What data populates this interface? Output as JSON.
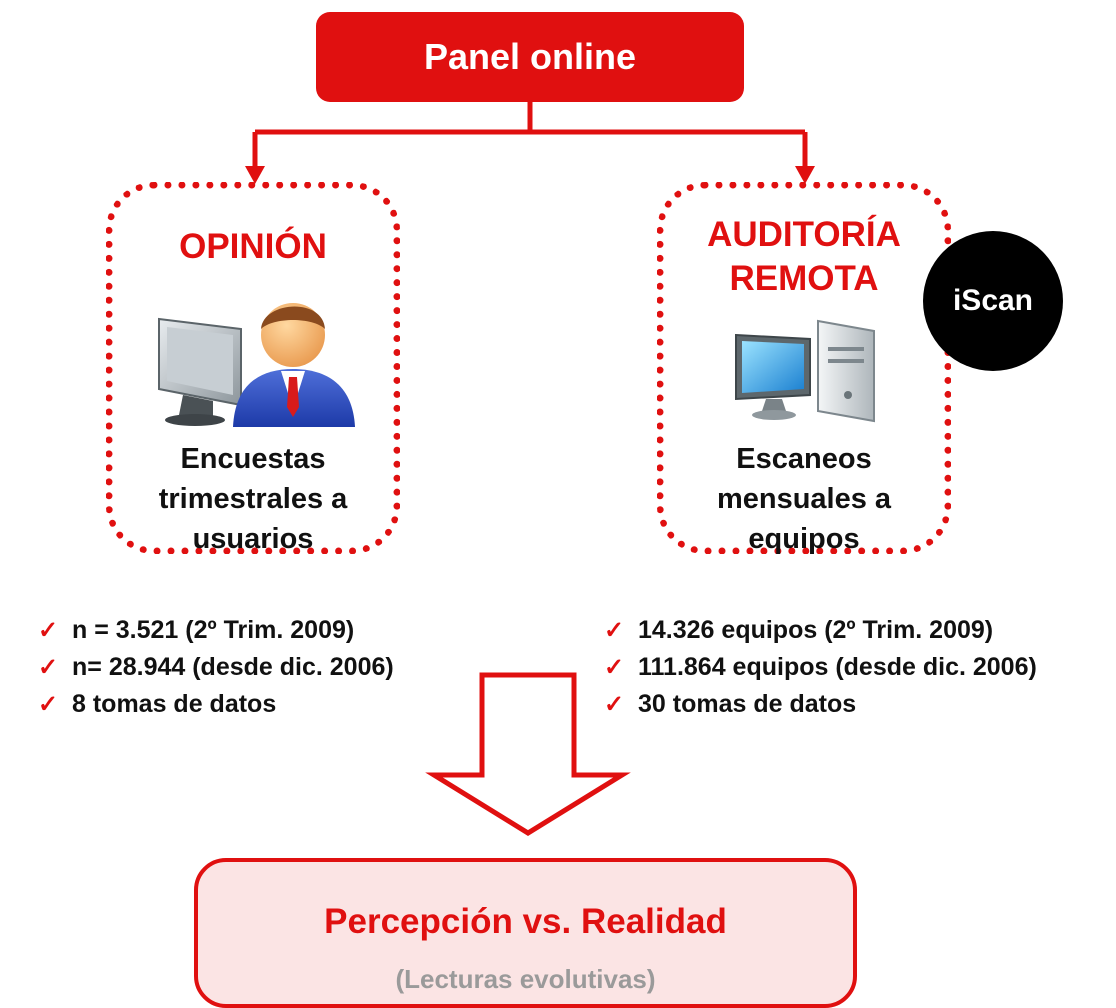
{
  "top": {
    "label": "Panel online"
  },
  "left_branch": {
    "title": "OPINIÓN",
    "icon": "user-at-computer-icon",
    "description": [
      "Encuestas",
      "trimestrales a",
      "usuarios"
    ],
    "stats": [
      "n = 3.521 (2º Trim. 2009)",
      "n= 28.944 (desde dic. 2006)",
      "8 tomas de datos"
    ]
  },
  "right_branch": {
    "title": [
      "AUDITORÍA",
      "REMOTA"
    ],
    "icon": "desktop-computer-icon",
    "badge": "iScan",
    "description": [
      "Escaneos",
      "mensuales a",
      "equipos"
    ],
    "stats": [
      "14.326 equipos (2º Trim. 2009)",
      "111.864 equipos (desde dic. 2006)",
      "30 tomas de datos"
    ]
  },
  "result": {
    "title": "Percepción vs. Realidad",
    "subtitle": "(Lecturas evolutivas)"
  },
  "colors": {
    "accent": "#e01010",
    "result_fill": "#fbe4e4",
    "subtitle": "#9a9a9a",
    "badge": "#000000"
  }
}
